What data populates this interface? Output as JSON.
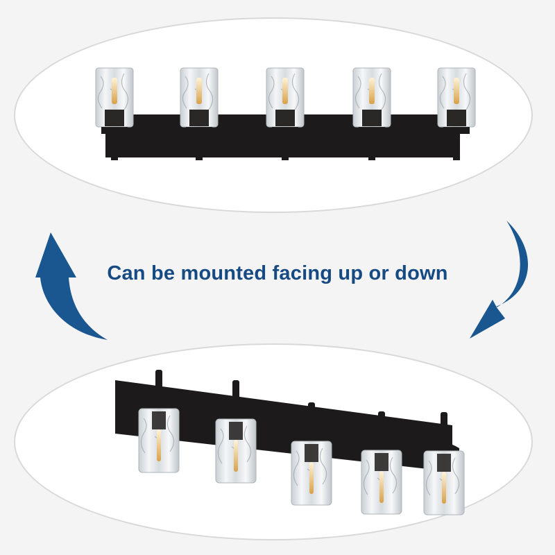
{
  "caption": "Can be mounted facing up or down",
  "colors": {
    "background": "#f4f4f4",
    "ellipse_fill": "#ffffff",
    "ellipse_border": "#d8d8d8",
    "arrow": "#1a568f",
    "caption_text": "#164a82",
    "fixture_metal": "#1c1a1a",
    "glass": "#e6eaec",
    "bulb": "#e8b860"
  },
  "top_fixture": {
    "orientation": "shades-up",
    "light_count": 5
  },
  "bottom_fixture": {
    "orientation": "shades-down",
    "light_count": 5
  },
  "icons": {
    "left_arrow": "curved-arrow-up-icon",
    "right_arrow": "curved-arrow-down-icon"
  }
}
